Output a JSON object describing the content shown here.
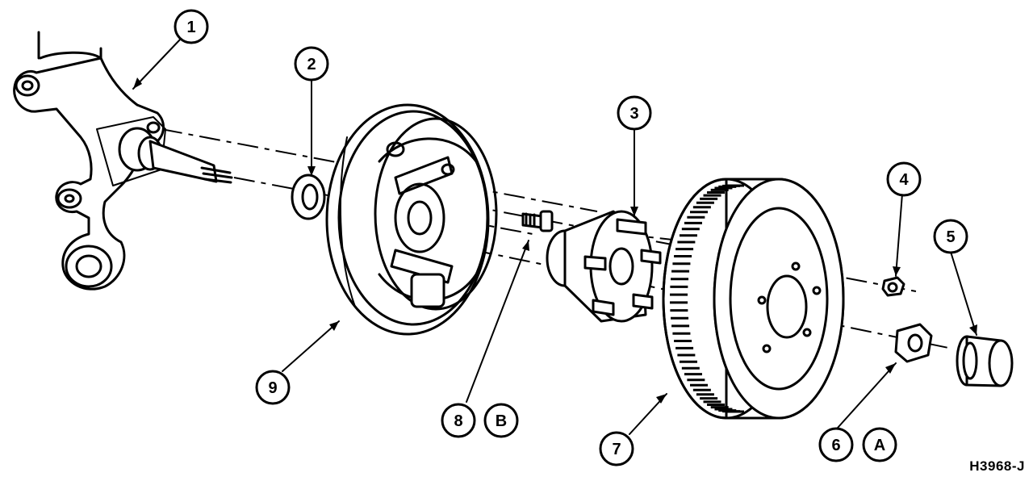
{
  "diagram": {
    "figure_code": "H3968-J",
    "callouts": [
      {
        "id": "c1",
        "label": "1"
      },
      {
        "id": "c2",
        "label": "2"
      },
      {
        "id": "c3",
        "label": "3"
      },
      {
        "id": "c4",
        "label": "4"
      },
      {
        "id": "c5",
        "label": "5"
      },
      {
        "id": "c6",
        "label": "6"
      },
      {
        "id": "cA",
        "label": "A"
      },
      {
        "id": "c7",
        "label": "7"
      },
      {
        "id": "c8",
        "label": "8"
      },
      {
        "id": "cB",
        "label": "B"
      },
      {
        "id": "c9",
        "label": "9"
      }
    ]
  }
}
